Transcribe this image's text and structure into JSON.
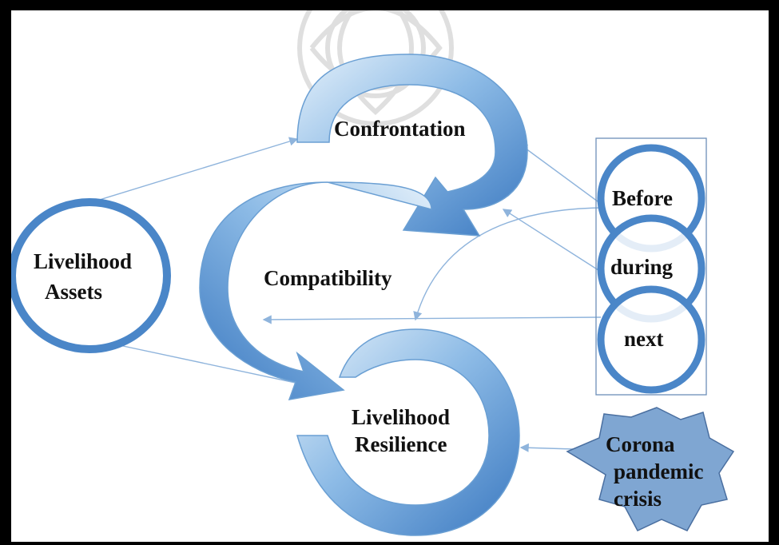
{
  "stages": {
    "confrontation": "Confrontation",
    "compatibility": "Compatibility",
    "resilience_line1": "Livelihood",
    "resilience_line2": "Resilience"
  },
  "assets": {
    "line1": "Livelihood",
    "line2": "Assets"
  },
  "phases": [
    "Before",
    "during",
    "next"
  ],
  "crisis": {
    "line1": "Corona",
    "line2": "pandemic",
    "line3": "crisis"
  },
  "colors": {
    "arrow_light": "#cfe3f5",
    "arrow_mid": "#7fb0e0",
    "arrow_dark": "#3a78c0",
    "ring": "#4a86c8",
    "ring_fill": "#ffffff",
    "octagon_fill": "#7fa6d2",
    "octagon_stroke": "#4a6fa0",
    "connector": "#8fb4dc",
    "frame": "#000000"
  }
}
